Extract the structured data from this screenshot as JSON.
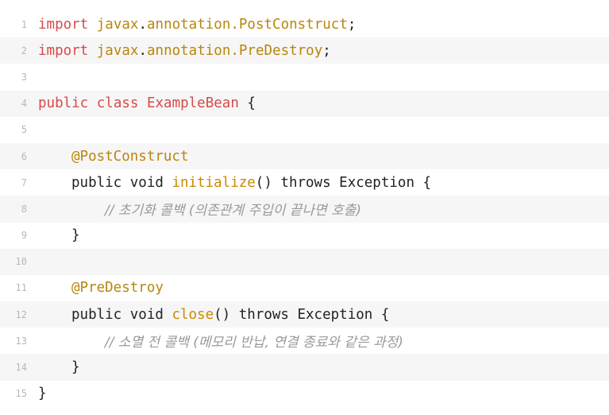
{
  "lines": [
    {
      "n": "1",
      "t": {
        "a": "import",
        "b": " ",
        "c": "javax",
        "d": ".",
        "e": "annotation.PostConstruct",
        "f": ";"
      }
    },
    {
      "n": "2",
      "t": {
        "a": "import",
        "b": " ",
        "c": "javax",
        "d": ".",
        "e": "annotation.PreDestroy",
        "f": ";"
      }
    },
    {
      "n": "3"
    },
    {
      "n": "4",
      "t": {
        "a": "public class ExampleBean",
        "b": " {"
      }
    },
    {
      "n": "5"
    },
    {
      "n": "6",
      "t": {
        "a": "@PostConstruct"
      }
    },
    {
      "n": "7",
      "t": {
        "a": "public void ",
        "b": "initialize",
        "c": "() throws Exception {"
      }
    },
    {
      "n": "8",
      "t": {
        "a": "// 초기화 콜백 (의존관계 주입이 끝나면 호출)"
      }
    },
    {
      "n": "9",
      "t": {
        "a": "}"
      }
    },
    {
      "n": "10"
    },
    {
      "n": "11",
      "t": {
        "a": "@PreDestroy"
      }
    },
    {
      "n": "12",
      "t": {
        "a": "public void ",
        "b": "close",
        "c": "() throws Exception {"
      }
    },
    {
      "n": "13",
      "t": {
        "a": "// 소멸 전 콜백 (메모리 반납, 연결 종료와 같은 과정)"
      }
    },
    {
      "n": "14",
      "t": {
        "a": "}"
      }
    },
    {
      "n": "15",
      "t": {
        "a": "}"
      }
    }
  ]
}
